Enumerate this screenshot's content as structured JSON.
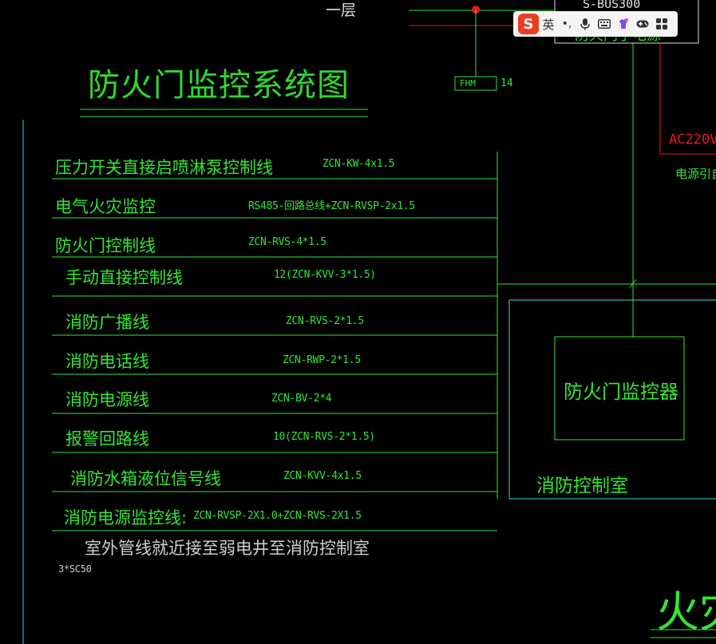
{
  "title": "防火门监控系统图",
  "legend": [
    {
      "name": "压力开关直接启喷淋泵控制线",
      "spec": "ZCN-KW-4x1.5"
    },
    {
      "name": "电气火灾监控",
      "spec": "RS485-回路总线+ZCN-RVSP-2x1.5"
    },
    {
      "name": "防火门控制线",
      "spec": "ZCN-RVS-4*1.5"
    },
    {
      "name": "手动直接控制线",
      "spec": "12(ZCN-KVV-3*1.5)"
    },
    {
      "name": "消防广播线",
      "spec": "ZCN-RVS-2*1.5"
    },
    {
      "name": "消防电话线",
      "spec": "ZCN-RWP-2*1.5"
    },
    {
      "name": "消防电源线",
      "spec": "ZCN-BV-2*4"
    },
    {
      "name": "报警回路线",
      "spec": "10(ZCN-RVS-2*1.5)"
    },
    {
      "name": "消防水箱液位信号线",
      "spec": "ZCN-KVV-4x1.5"
    },
    {
      "name": "消防电源监控线:",
      "spec": "ZCN-RVSP-2X1.0+ZCN-RVS-2X1.5"
    }
  ],
  "outdoor_note": "室外管线就近接至弱电井至消防控制室",
  "conduit": "3*SC50",
  "floor_label": "一层",
  "fhm_label": "FHM",
  "fhm_count": "14",
  "bus_label": "S-BUS300",
  "bus_device": "防火门子电源",
  "ac_label": "AC220V",
  "ac_note": "电源引自A",
  "controller_label": "防火门监控器",
  "room_label": "消防控制室",
  "partial_title": "火灾",
  "ime": {
    "lang_label": "英",
    "punct_label": "•,",
    "icons": [
      "sogou-logo-icon",
      "punctuation-icon",
      "microphone-icon",
      "keyboard-icon",
      "skin-icon",
      "game-icon",
      "grid-menu-icon"
    ]
  },
  "colors": {
    "background": "#000000",
    "green": "#33e633",
    "cyan": "#2fd6e6",
    "red": "#e61a1a",
    "ime_bg": "#f4f4f4"
  }
}
